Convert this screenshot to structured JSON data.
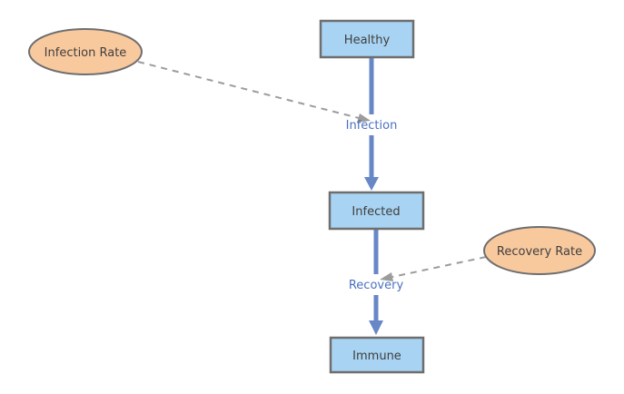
{
  "diagram": {
    "background": "#ffffff",
    "colors": {
      "node_fill": "#a8d3f2",
      "node_stroke": "#6e6e6e",
      "rate_fill": "#f9c99e",
      "rate_stroke": "#6e6e6e",
      "flow_arrow": "#6787c7",
      "dashed_connector": "#9c9c9c",
      "flow_label_text": "#4a70c0",
      "node_text": "#3f3f3f",
      "label_background": "#ffffff"
    },
    "nodes": {
      "healthy": {
        "label": "Healthy"
      },
      "infected": {
        "label": "Infected"
      },
      "immune": {
        "label": "Immune"
      }
    },
    "rates": {
      "infection_rate": {
        "label": "Infection Rate"
      },
      "recovery_rate": {
        "label": "Recovery Rate"
      }
    },
    "flows": {
      "infection": {
        "label": "Infection"
      },
      "recovery": {
        "label": "Recovery"
      }
    }
  }
}
